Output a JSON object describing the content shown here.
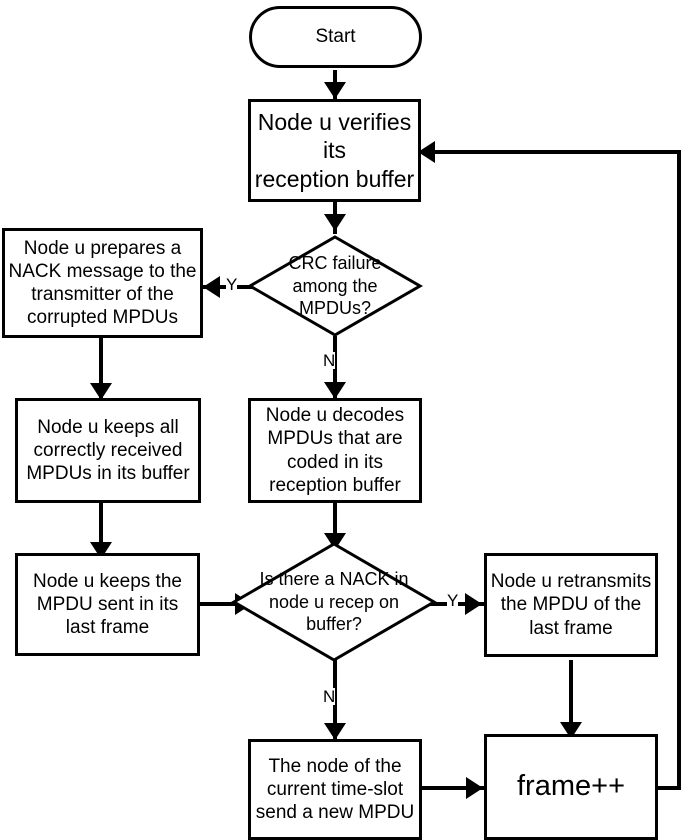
{
  "diagram": {
    "title": "MPDU reception and retransmission flowchart",
    "type": "flowchart",
    "stroke_color": "#000000",
    "fill_color": "#ffffff",
    "nodes": {
      "start": {
        "label": "Start",
        "shape": "terminator"
      },
      "verify_buffer": {
        "label": "Node u verifies its\nreception buffer",
        "shape": "process"
      },
      "crc_decision": {
        "label": "CRC failure\namong the\nMPDUs?",
        "shape": "decision"
      },
      "prepare_nack": {
        "label": "Node u prepares a\nNACK message to the\ntransmitter of the\ncorrupted MPDUs",
        "shape": "process"
      },
      "keep_correct": {
        "label": "Node u keeps all\ncorrectly received\nMPDUs in its buffer",
        "shape": "process"
      },
      "decode_mpdus": {
        "label": "Node u decodes\nMPDUs that are\ncoded in its\nreception buffer",
        "shape": "process"
      },
      "keep_last_mpdu": {
        "label": "Node u keeps the\nMPDU sent in its\nlast frame",
        "shape": "process"
      },
      "nack_decision": {
        "label": "Is there a NACK in\nnode u recep  on\nbuffer?",
        "shape": "decision"
      },
      "retransmit": {
        "label": "Node u retransmits\nthe MPDU of the\nlast frame",
        "shape": "process"
      },
      "send_new_mpdu": {
        "label": "The node of the\ncurrent time-slot\nsend a new MPDU",
        "shape": "process"
      },
      "frame_increment": {
        "label": "frame++",
        "shape": "process"
      }
    },
    "edge_labels": {
      "crc_yes": "Y",
      "crc_no": "N",
      "nack_yes": "Y",
      "nack_no": "N"
    }
  }
}
